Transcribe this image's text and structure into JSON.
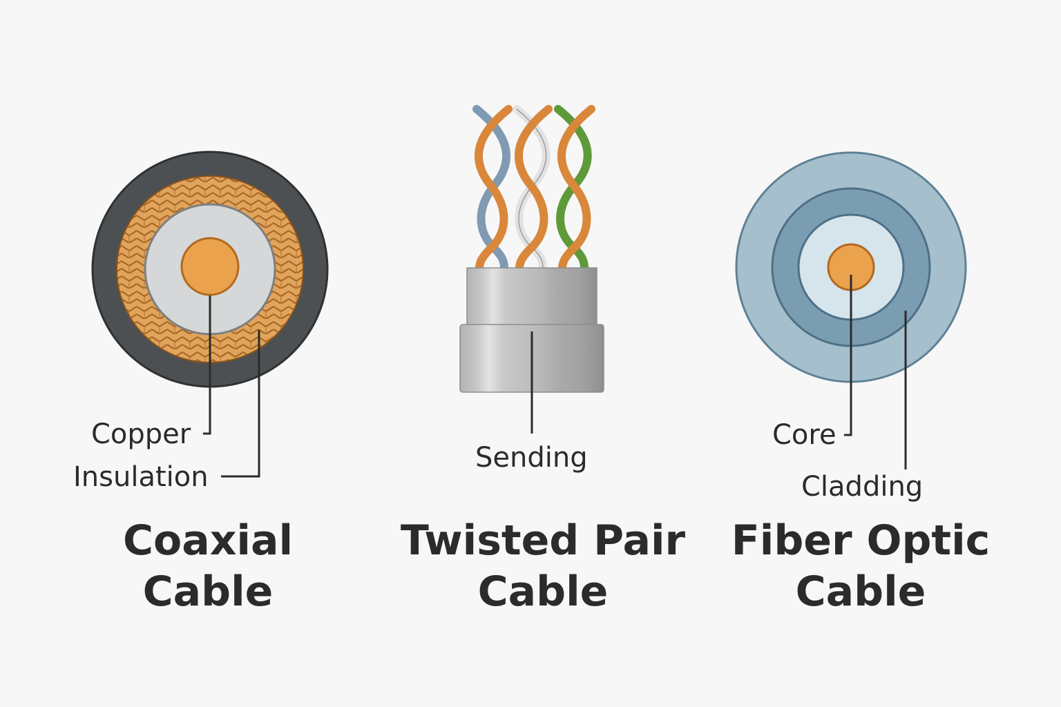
{
  "panels": {
    "coaxial": {
      "labels": {
        "copper": "Copper",
        "insulation": "Insulation"
      },
      "title": [
        "Coaxial",
        "Cable"
      ]
    },
    "twisted_pair": {
      "labels": {
        "sheath": "Sending"
      },
      "title": [
        "Twisted Pair",
        "Cable"
      ]
    },
    "fiber_optic": {
      "labels": {
        "core": "Core",
        "cladding": "Cladding"
      },
      "title": [
        "Fiber Optic",
        "Cable"
      ]
    }
  },
  "colors": {
    "background": "#f7f7f7",
    "copper": "#eba24c",
    "copper_outline": "#b06a20",
    "braid": "#d89a4a",
    "coax_jacket": "#4d5052",
    "coax_insulation": "#d6d7d8",
    "wire_orange": "#d9873a",
    "wire_blue": "#7f9ab2",
    "wire_white": "#e2e2e2",
    "wire_green": "#5e9a3a",
    "sheath_gray": "#b7b7b7",
    "fiber_outer": "#a6bfcd",
    "fiber_cladding": "#7a9db1",
    "fiber_inner": "#d6e4ec",
    "leader_line": "#2b2b2b"
  }
}
